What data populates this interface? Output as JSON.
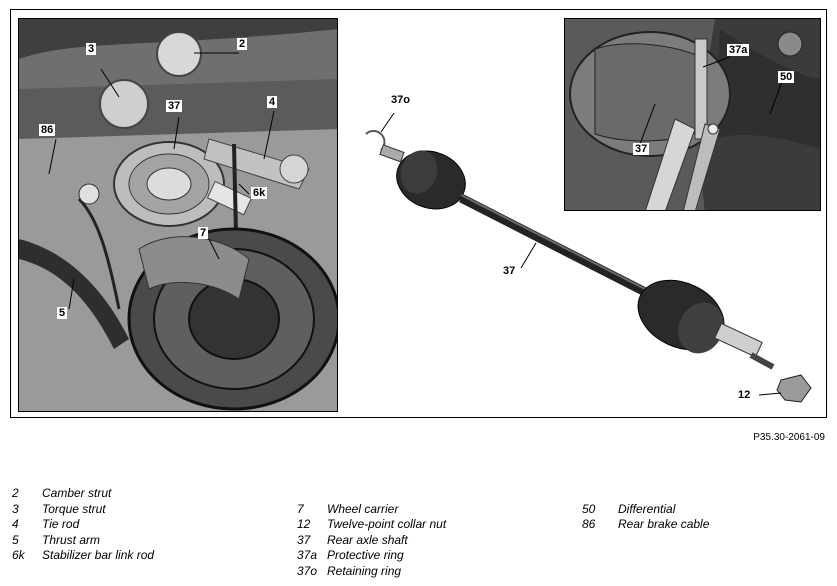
{
  "callouts": {
    "c2": "2",
    "c3": "3",
    "c4": "4",
    "c5": "5",
    "c6k": "6k",
    "c7": "7",
    "c37_left": "37",
    "c86": "86",
    "c37o": "37o",
    "c37_mid": "37",
    "c12": "12",
    "c37a": "37a",
    "c50": "50",
    "c37_right": "37"
  },
  "figure_code": "P35.30-2061-09",
  "legend": [
    {
      "num": "2",
      "label": "Camber strut"
    },
    {
      "num": "3",
      "label": "Torque strut"
    },
    {
      "num": "4",
      "label": "Tie rod"
    },
    {
      "num": "5",
      "label": "Thrust arm"
    },
    {
      "num": "6k",
      "label": "Stabilizer bar link rod"
    },
    {
      "num": "7",
      "label": "Wheel carrier"
    },
    {
      "num": "12",
      "label": "Twelve-point collar nut"
    },
    {
      "num": "37",
      "label": "Rear axle shaft"
    },
    {
      "num": "37a",
      "label": "Protective ring"
    },
    {
      "num": "37o",
      "label": "Retaining ring"
    },
    {
      "num": "50",
      "label": "Differential"
    },
    {
      "num": "86",
      "label": "Rear brake cable"
    }
  ]
}
